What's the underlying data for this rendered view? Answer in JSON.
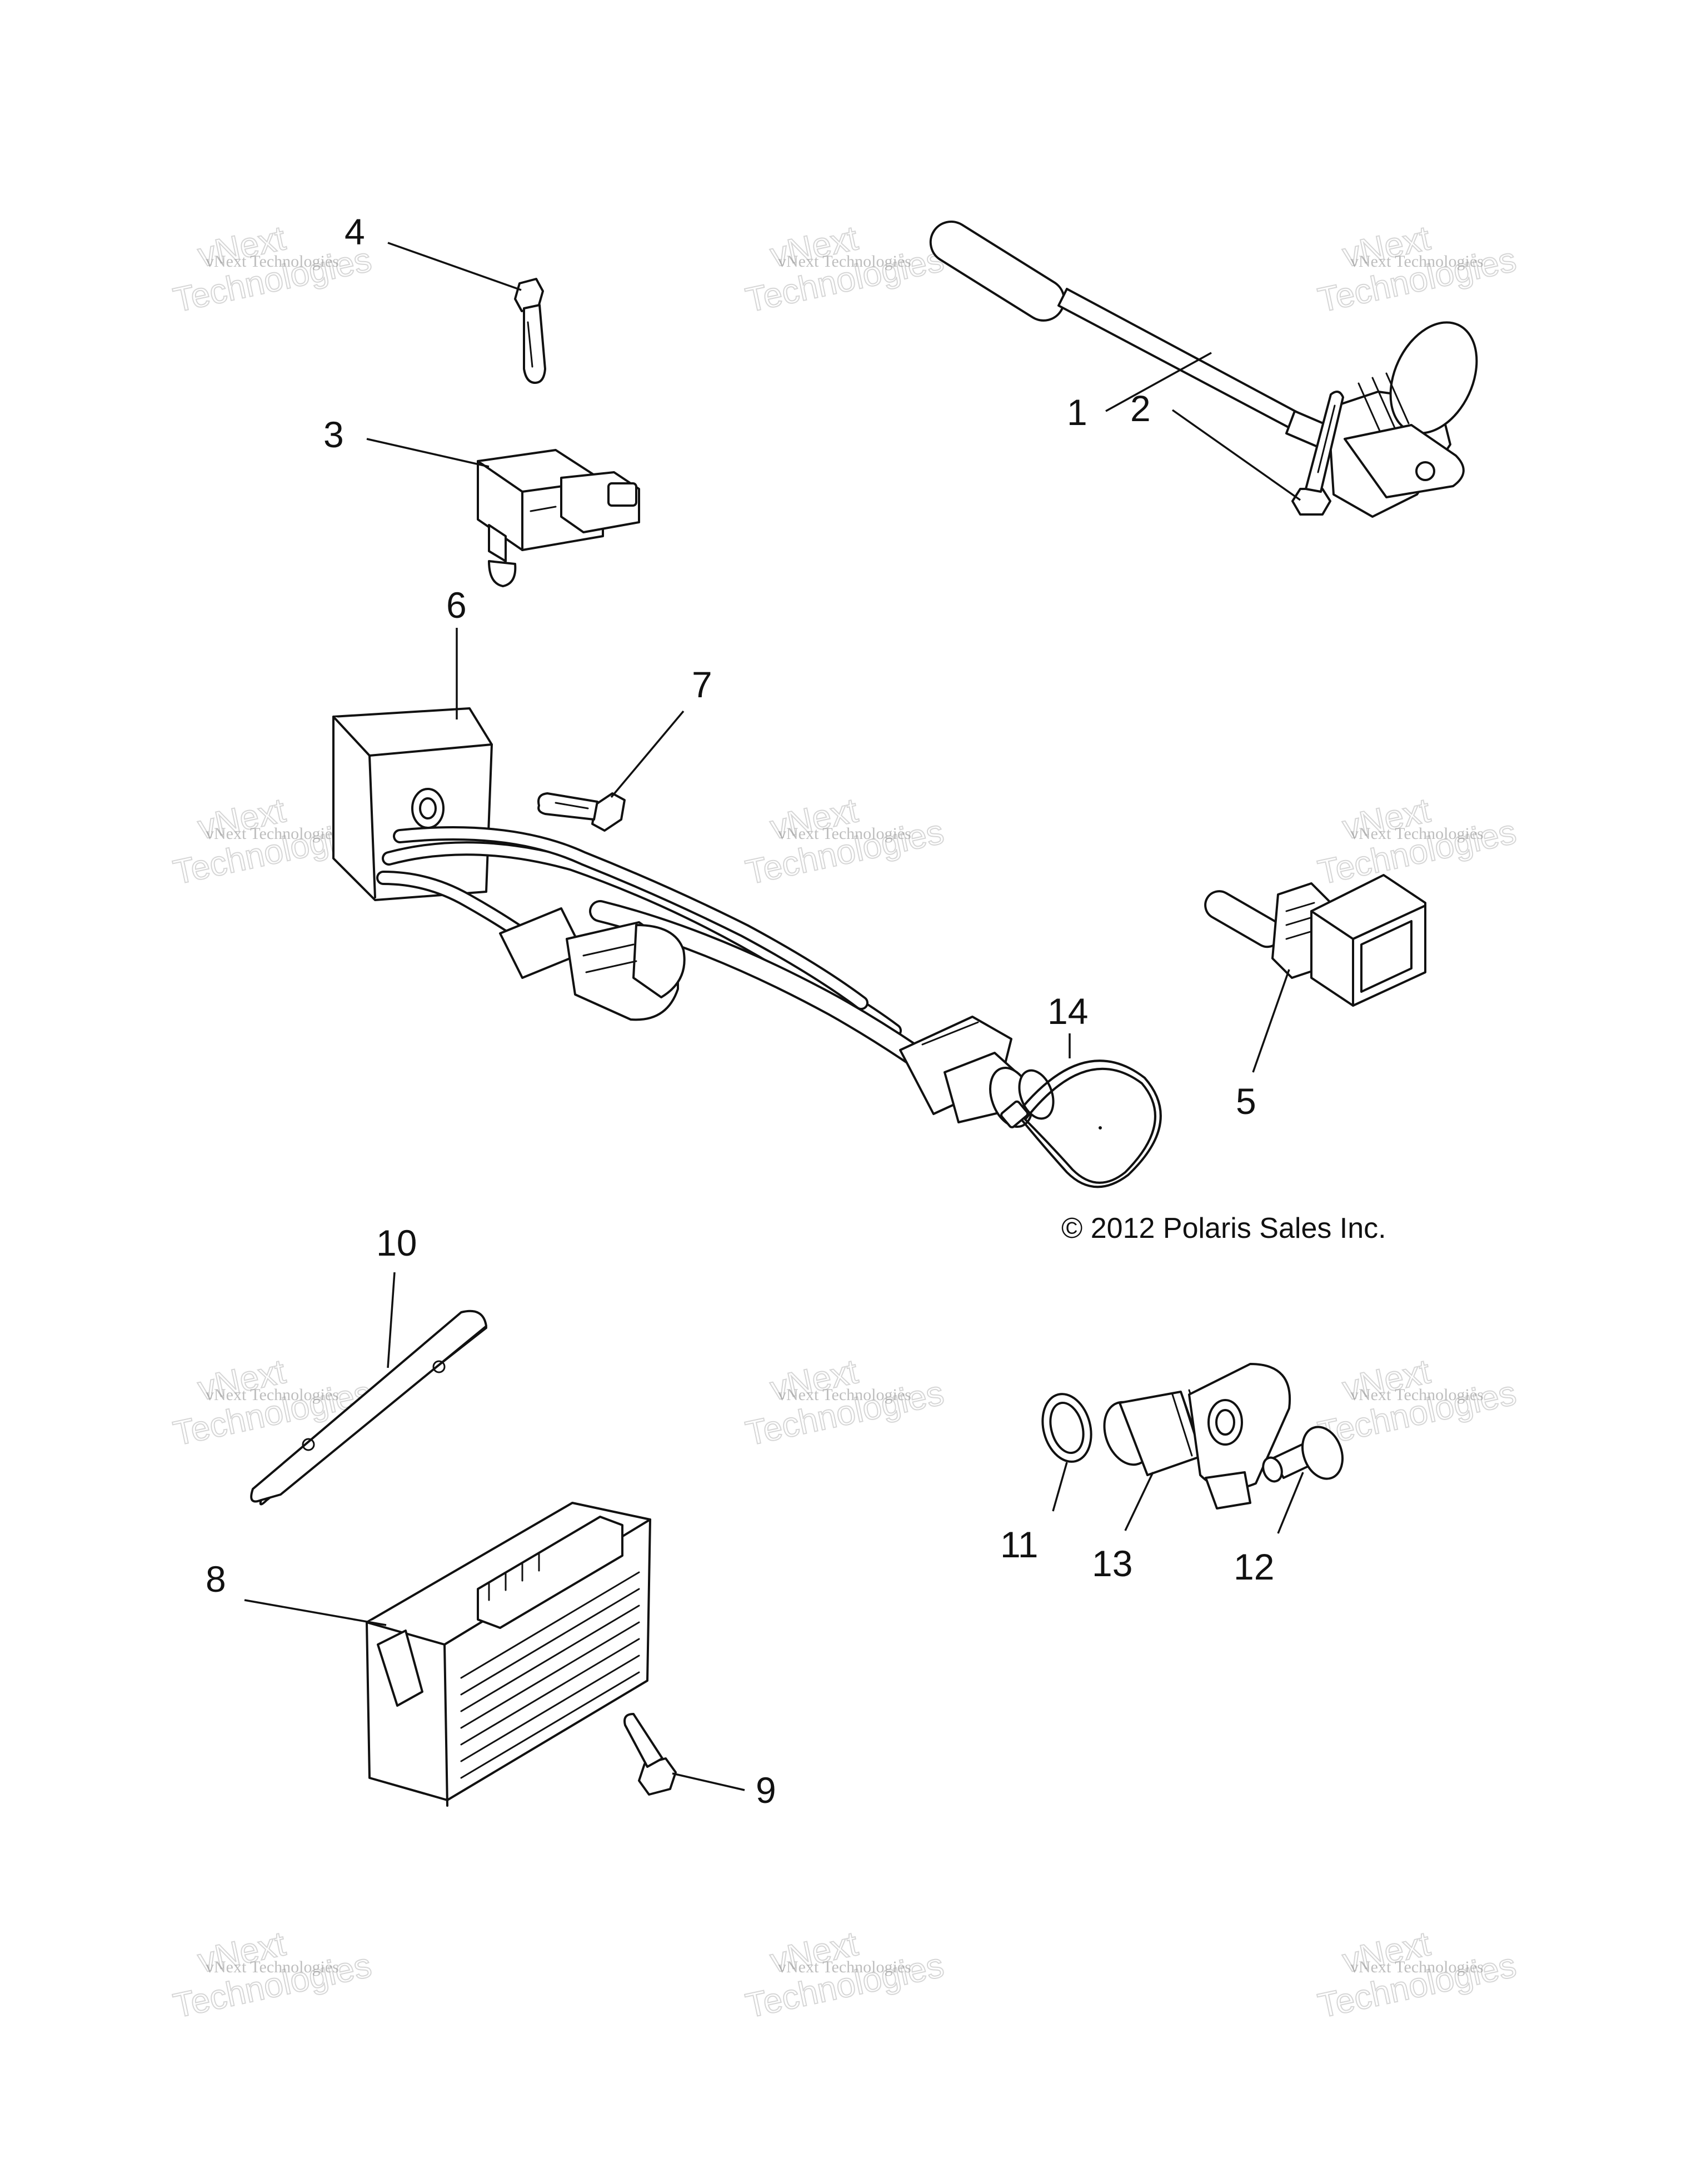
{
  "callouts": {
    "1": "1",
    "2": "2",
    "3": "3",
    "4": "4",
    "5": "5",
    "6": "6",
    "7": "7",
    "8": "8",
    "9": "9",
    "10": "10",
    "11": "11",
    "12": "12",
    "13": "13",
    "14": "14"
  },
  "copyright": "© 2012 Polaris Sales Inc.",
  "watermark": {
    "line1": "vNext Technologies",
    "line2": "vNext",
    "line3": "Technologies"
  },
  "colors": {
    "line": "#111111",
    "watermark": "#8a8a8a",
    "background": "#ffffff"
  }
}
